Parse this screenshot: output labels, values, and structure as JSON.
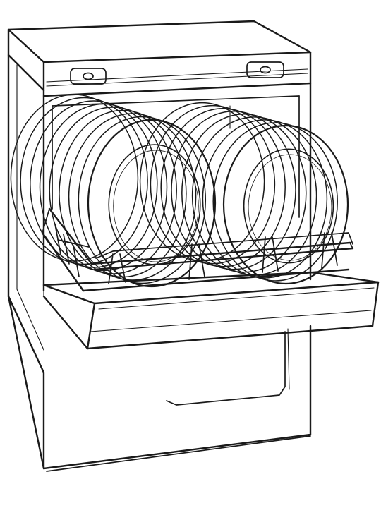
{
  "drawing": {
    "subject": "dishwasher-with-open-door-and-plate-rack",
    "style": "line-art",
    "colors": {
      "ink": "#1a1a1a",
      "paper": "#ffffff"
    },
    "plate_stacks": [
      {
        "id": "left-stack",
        "plate_count": 9
      },
      {
        "id": "right-stack",
        "plate_count": 9
      }
    ],
    "knobs": [
      {
        "id": "left-knob"
      },
      {
        "id": "right-knob"
      }
    ]
  }
}
